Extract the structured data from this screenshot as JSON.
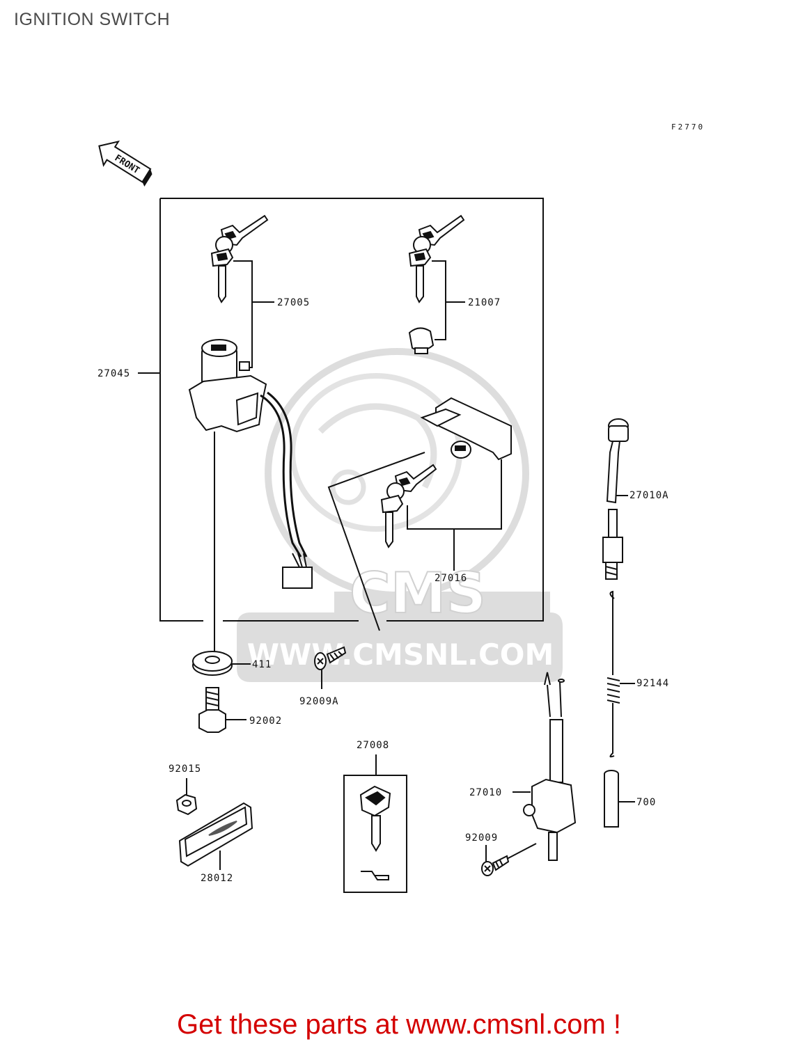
{
  "page": {
    "title": "IGNITION SWITCH",
    "diagram_code": "F2770"
  },
  "orientation": {
    "front_label": "FRONT"
  },
  "watermark": {
    "logo_text": "CMS",
    "url_text": "WWW.CMSNL.COM"
  },
  "parts": {
    "p27005": "27005",
    "p21007": "21007",
    "p27045": "27045",
    "p27010A": "27010A",
    "p27016": "27016",
    "p411": "411",
    "p92009A": "92009A",
    "p92144": "92144",
    "p92002": "92002",
    "p27008": "27008",
    "p92015": "92015",
    "p27010": "27010",
    "p700": "700",
    "p92009": "92009",
    "p28012": "28012"
  },
  "footer": {
    "cta": "Get these parts at www.cmsnl.com !"
  },
  "colors": {
    "cta": "#d40000",
    "watermark": "#d9d9d9",
    "line": "#111111"
  }
}
